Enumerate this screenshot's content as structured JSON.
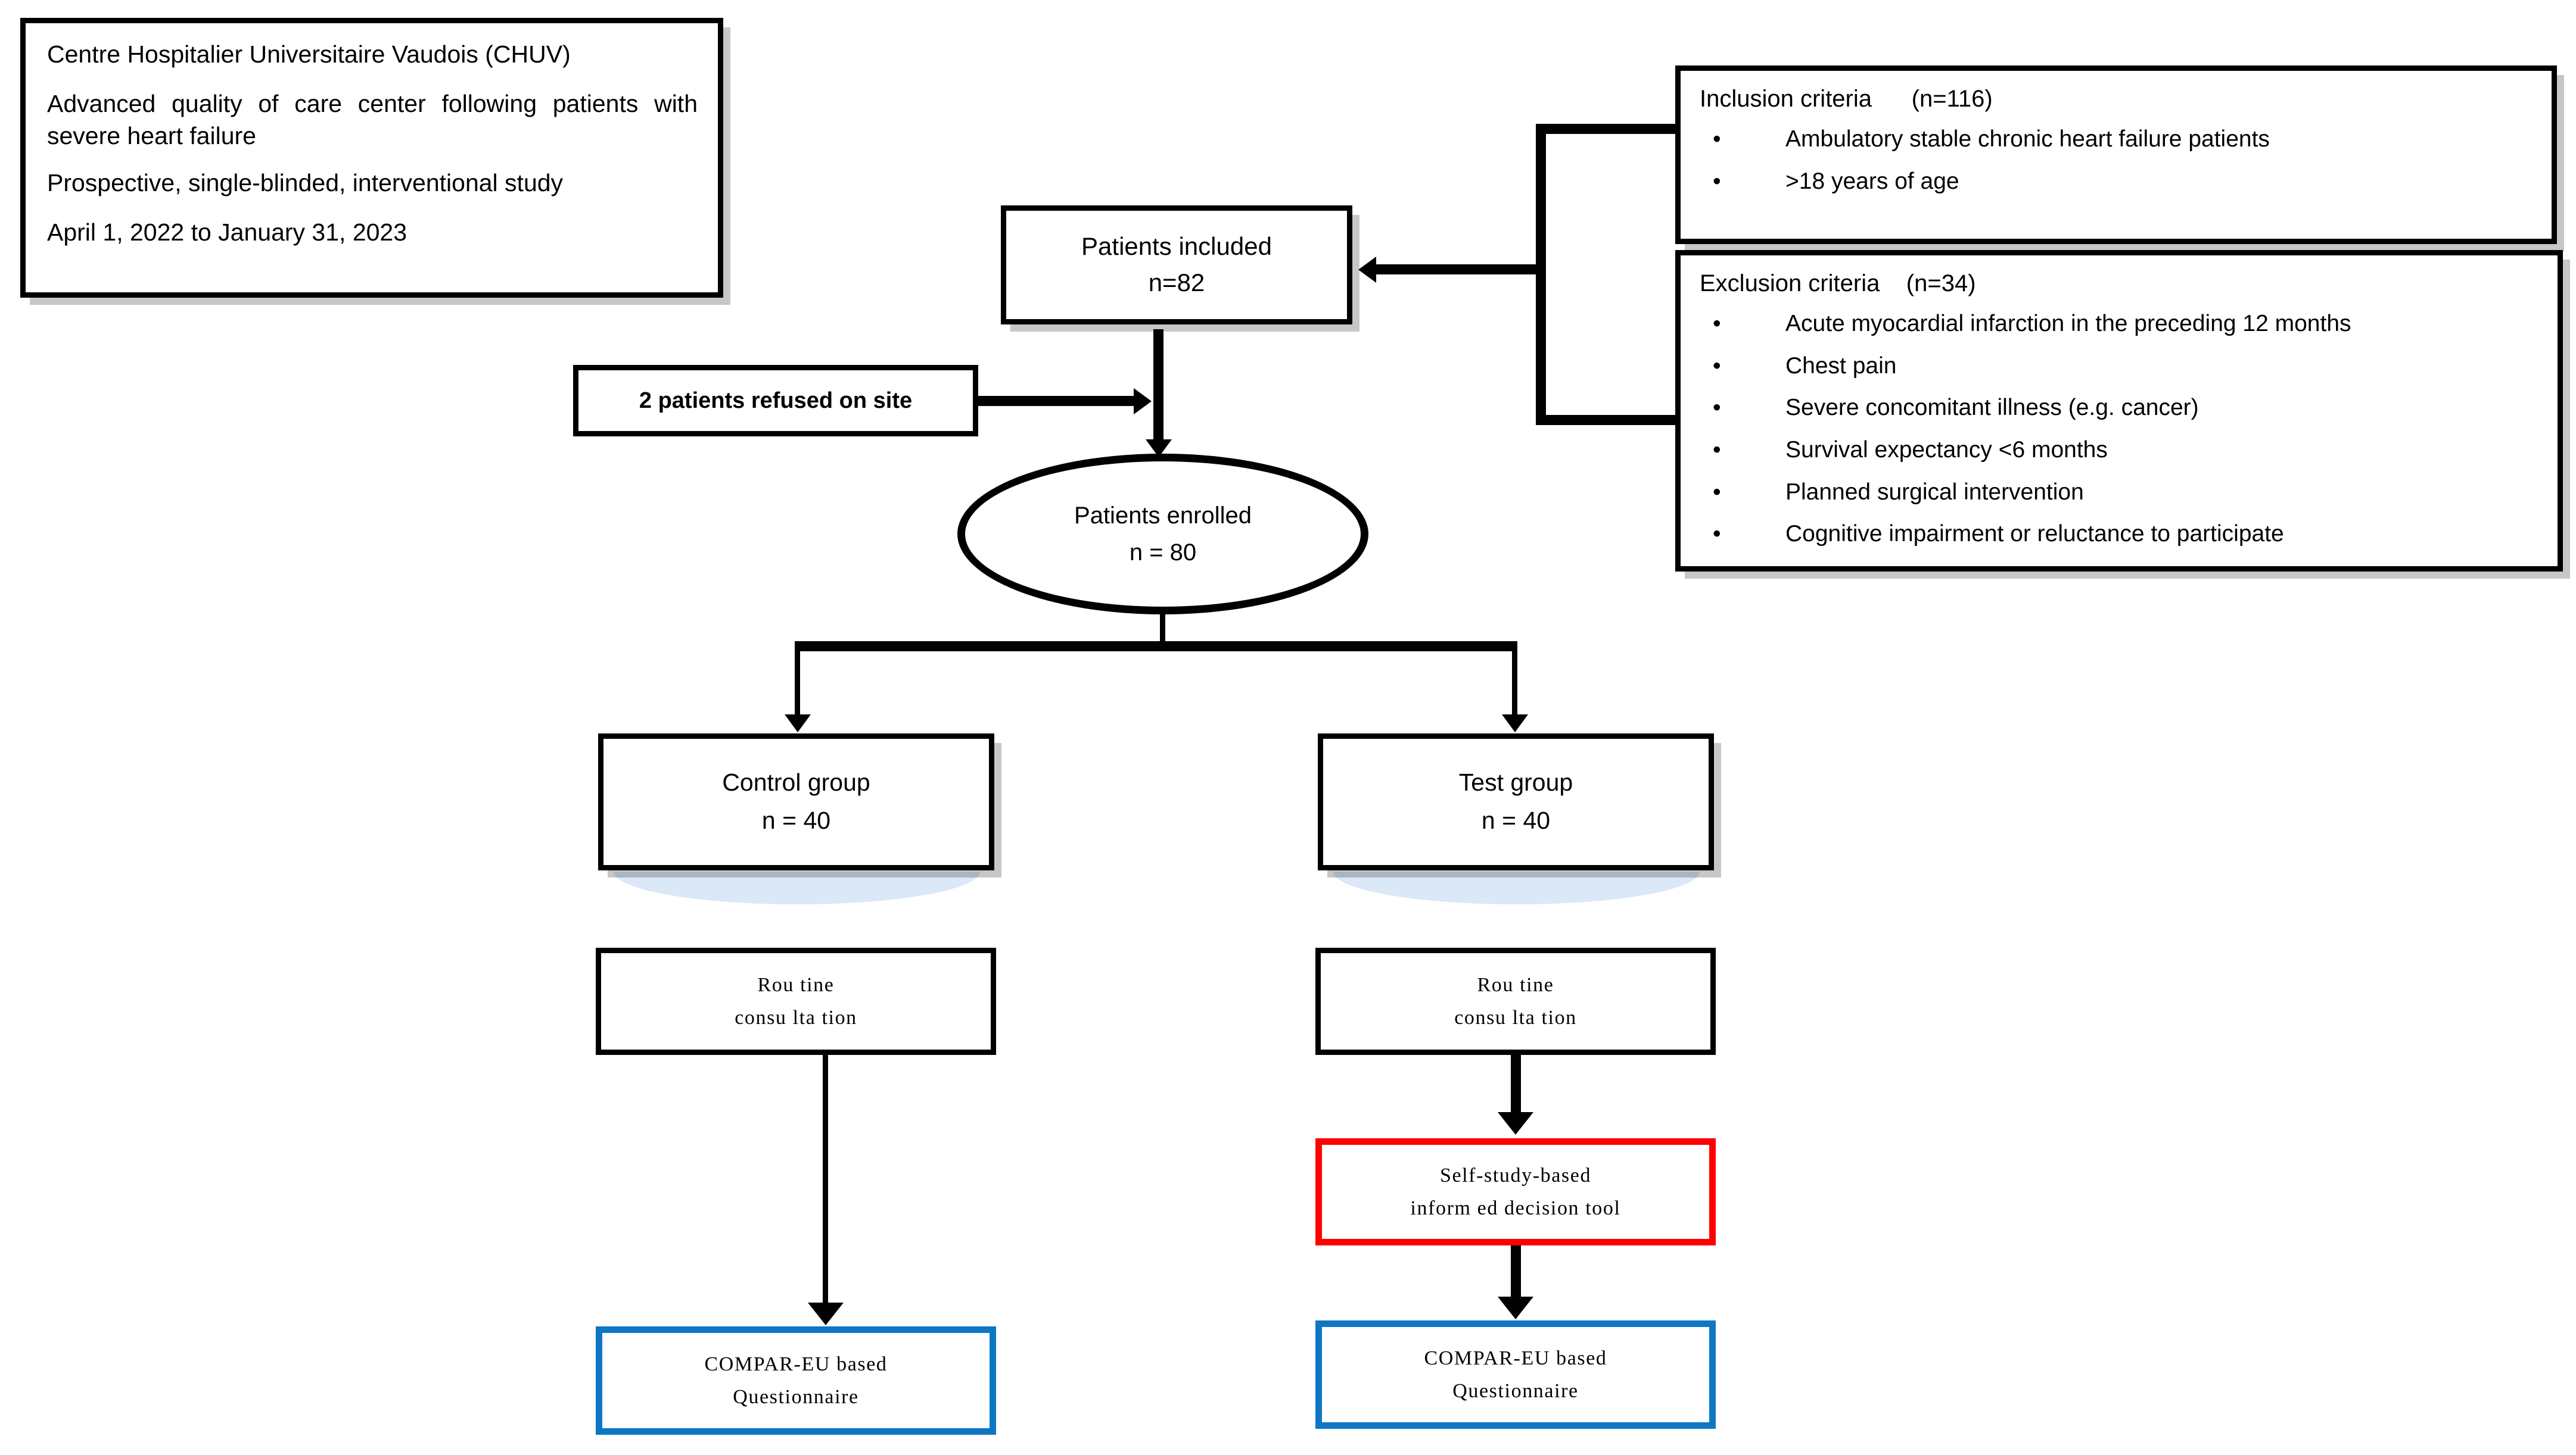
{
  "study_info": {
    "lines": [
      "Centre Hospitalier Universitaire Vaudois (CHUV)",
      "Advanced quality of care center following patients with severe heart failure",
      "Prospective, single-blinded, interventional study",
      "April 1, 2022 to January 31, 2023"
    ]
  },
  "inclusion": {
    "title": "Inclusion criteria      (n=116)",
    "items": [
      "Ambulatory stable chronic heart failure patients",
      ">18 years of age"
    ]
  },
  "exclusion": {
    "title": "Exclusion criteria    (n=34)",
    "items": [
      "Acute myocardial infarction in the preceding 12 months",
      "Chest pain",
      "Severe concomitant illness (e.g. cancer)",
      "Survival expectancy <6 months",
      "Planned surgical intervention",
      "Cognitive impairment or reluctance to participate"
    ]
  },
  "included": {
    "label": "Patients included",
    "count": "n=82"
  },
  "refused": {
    "label": "2 patients refused on site"
  },
  "enrolled": {
    "label": "Patients enrolled",
    "count": "n = 80"
  },
  "control_group": {
    "label": "Control group",
    "count": "n = 40"
  },
  "test_group": {
    "label": "Test group",
    "count": "n = 40"
  },
  "routine_left": {
    "line1": "Rou tine",
    "line2": "consu lta tion"
  },
  "routine_right": {
    "line1": "Rou tine",
    "line2": "consu lta tion"
  },
  "tool": {
    "line1": "Self-study-based",
    "line2": "inform ed decision tool"
  },
  "questionnaire_left": {
    "line1": "COMPAR-EU based",
    "line2": "Questionnaire"
  },
  "questionnaire_right": {
    "line1": "COMPAR-EU based",
    "line2": "Questionnaire"
  },
  "bullet_glyph": "•",
  "colors": {
    "box_border": "#000000",
    "tool_border": "#ff0000",
    "questionnaire_border": "#0d77c4",
    "group_shadow": "#dbe8f8",
    "background": "#ffffff"
  }
}
